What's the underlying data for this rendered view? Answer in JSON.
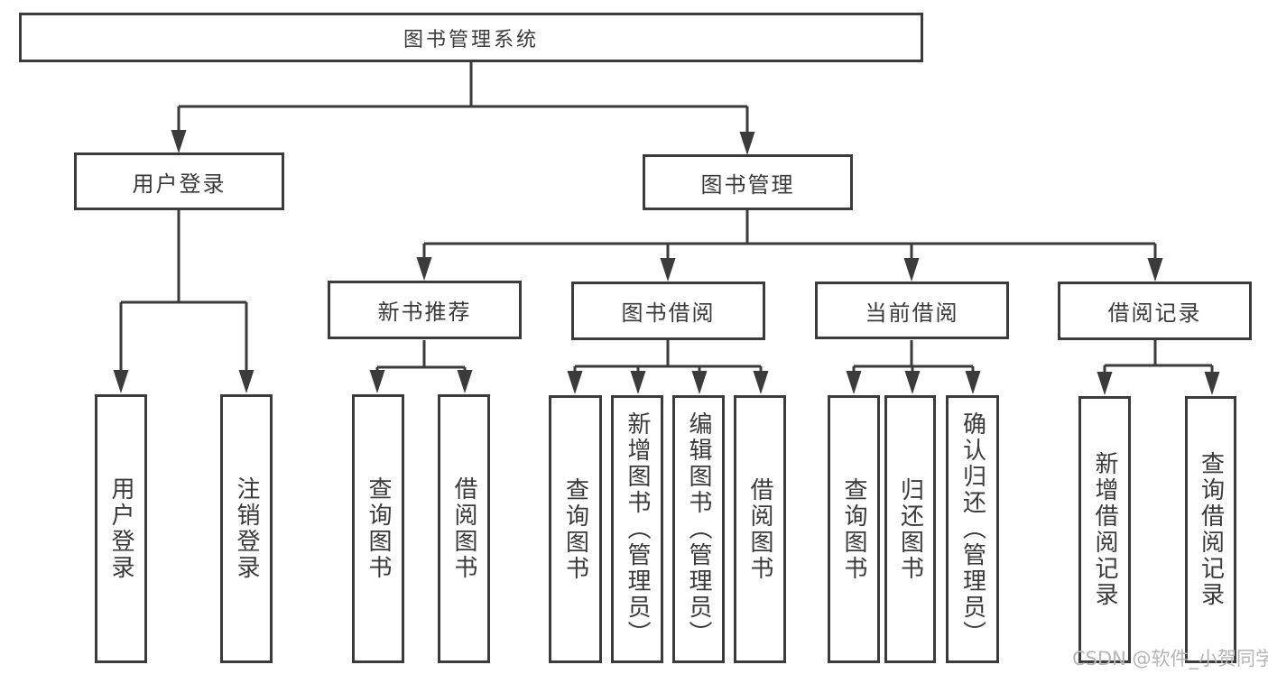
{
  "tree": {
    "root": {
      "label": "图书管理系统",
      "children": [
        {
          "label": "用户登录",
          "children": [
            {
              "label": "用户登录"
            },
            {
              "label": "注销登录"
            }
          ]
        },
        {
          "label": "图书管理",
          "children": [
            {
              "label": "新书推荐",
              "children": [
                {
                  "label": "查询图书"
                },
                {
                  "label": "借阅图书"
                }
              ]
            },
            {
              "label": "图书借阅",
              "children": [
                {
                  "label": "查询图书"
                },
                {
                  "label": "新增图书（管理员）"
                },
                {
                  "label": "编辑图书（管理员）"
                },
                {
                  "label": "借阅图书"
                }
              ]
            },
            {
              "label": "当前借阅",
              "children": [
                {
                  "label": "查询图书"
                },
                {
                  "label": "归还图书"
                },
                {
                  "label": "确认归还（管理员）"
                }
              ]
            },
            {
              "label": "借阅记录",
              "children": [
                {
                  "label": "新增借阅记录"
                },
                {
                  "label": "查询借阅记录"
                }
              ]
            }
          ]
        }
      ]
    }
  },
  "watermark": {
    "text": "CSDN @软件_小贺同学"
  },
  "colors": {
    "line": "#3b3b3b",
    "box_border": "#3b3b3b",
    "text": "#3a3a3a",
    "box_background": "#ffffff",
    "watermark": "#b5b5b5"
  }
}
